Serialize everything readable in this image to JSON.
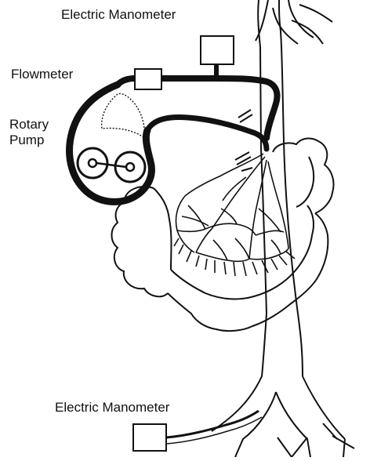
{
  "labels": {
    "top_manometer": "Electric Manometer",
    "flowmeter": "Flowmeter",
    "rotary": "Rotary",
    "pump": "Pump",
    "bottom_manometer": "Electric Manometer"
  },
  "colors": {
    "ink": "#111111",
    "background": "#ffffff"
  }
}
